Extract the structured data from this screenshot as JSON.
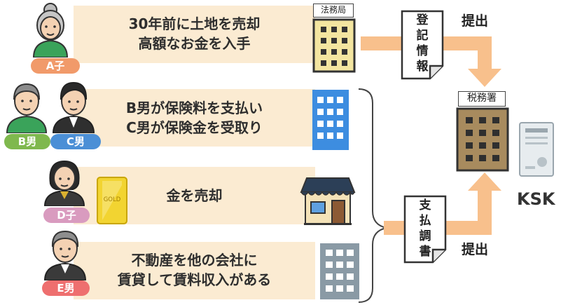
{
  "rows": [
    {
      "text_line1": "30年前に土地を売却",
      "text_line2": "高額なお金を入手",
      "person": "A子",
      "tag_color": "#f19a6a"
    },
    {
      "text_line1": "B男が保険料を支払い",
      "text_line2": "C男が保険金を受取り",
      "persons": [
        "B男",
        "C男"
      ],
      "tag_colors": [
        "#7fb84e",
        "#4b8fd6"
      ]
    },
    {
      "text_line1": "金を売却",
      "person": "D子",
      "tag_color": "#d99bbf",
      "gold_label": "GOLD"
    },
    {
      "text_line1": "不動産を他の会社に",
      "text_line2": "賃貸して賃料収入がある",
      "person": "E男",
      "tag_color": "#ee6f6f"
    }
  ],
  "houmukyoku": {
    "label": "法務局"
  },
  "zeimusho": {
    "label": "税務署"
  },
  "doc_top": {
    "label": "登記情報"
  },
  "doc_bottom": {
    "label": "支払調書"
  },
  "submit_top": "提出",
  "submit_bottom": "提出",
  "ksk": "KSK",
  "colors": {
    "band": "#fbebd2",
    "arrow": "#f8c08c",
    "building_gray": "#8a9aa5",
    "building_blue": "#3d8de0",
    "building_tan": "#a88b5e"
  }
}
